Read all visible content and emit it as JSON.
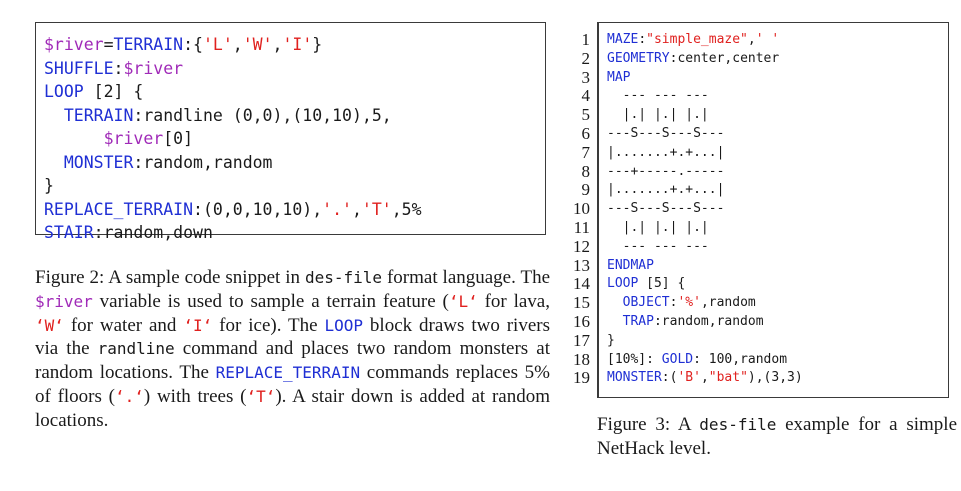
{
  "figure2": {
    "code_lines": [
      [
        {
          "t": "$river",
          "c": "var"
        },
        {
          "t": "=",
          "c": "plain"
        },
        {
          "t": "TERRAIN",
          "c": "kw"
        },
        {
          "t": ":{",
          "c": "plain"
        },
        {
          "t": "'L'",
          "c": "str"
        },
        {
          "t": ",",
          "c": "plain"
        },
        {
          "t": "'W'",
          "c": "str"
        },
        {
          "t": ",",
          "c": "plain"
        },
        {
          "t": "'I'",
          "c": "str"
        },
        {
          "t": "}",
          "c": "plain"
        }
      ],
      [
        {
          "t": "SHUFFLE",
          "c": "kw"
        },
        {
          "t": ":",
          "c": "plain"
        },
        {
          "t": "$river",
          "c": "var"
        }
      ],
      [
        {
          "t": "LOOP",
          "c": "kw"
        },
        {
          "t": " [2] {",
          "c": "plain"
        }
      ],
      [
        {
          "t": "  ",
          "c": "plain"
        },
        {
          "t": "TERRAIN",
          "c": "kw"
        },
        {
          "t": ":randline (0,0),(10,10),5,",
          "c": "plain"
        }
      ],
      [
        {
          "t": "      ",
          "c": "plain"
        },
        {
          "t": "$river",
          "c": "var"
        },
        {
          "t": "[0]",
          "c": "plain"
        }
      ],
      [
        {
          "t": "  ",
          "c": "plain"
        },
        {
          "t": "MONSTER",
          "c": "kw"
        },
        {
          "t": ":random,random",
          "c": "plain"
        }
      ],
      [
        {
          "t": "}",
          "c": "plain"
        }
      ],
      [
        {
          "t": "REPLACE_TERRAIN",
          "c": "kw"
        },
        {
          "t": ":(0,0,10,10),",
          "c": "plain"
        },
        {
          "t": "'.'",
          "c": "str"
        },
        {
          "t": ",",
          "c": "plain"
        },
        {
          "t": "'T'",
          "c": "str"
        },
        {
          "t": ",5%",
          "c": "plain"
        }
      ],
      [
        {
          "t": "STAIR",
          "c": "kw"
        },
        {
          "t": ":random,down",
          "c": "plain"
        }
      ]
    ],
    "caption": [
      {
        "t": "Figure 2: A sample code snippet in ",
        "c": "plain"
      },
      {
        "t": "des-file",
        "c": "tt"
      },
      {
        "t": " format language. The ",
        "c": "plain"
      },
      {
        "t": "$river",
        "c": "ttvar"
      },
      {
        "t": " variable is used to sample a terrain feature (",
        "c": "plain"
      },
      {
        "t": "‘L‘",
        "c": "ttstr"
      },
      {
        "t": " for lava, ",
        "c": "plain"
      },
      {
        "t": "‘W‘",
        "c": "ttstr"
      },
      {
        "t": " for water and ",
        "c": "plain"
      },
      {
        "t": "‘I‘",
        "c": "ttstr"
      },
      {
        "t": " for ice). The ",
        "c": "plain"
      },
      {
        "t": "LOOP",
        "c": "ttkw"
      },
      {
        "t": " block draws two rivers via the ",
        "c": "plain"
      },
      {
        "t": "randline",
        "c": "tt"
      },
      {
        "t": " command and places two random monsters at random locations. The ",
        "c": "plain"
      },
      {
        "t": "REPLACE_TERRAIN",
        "c": "ttkw"
      },
      {
        "t": " commands replaces 5% of floors (",
        "c": "plain"
      },
      {
        "t": "‘.‘",
        "c": "ttstr"
      },
      {
        "t": ") with trees (",
        "c": "plain"
      },
      {
        "t": "‘T‘",
        "c": "ttstr"
      },
      {
        "t": "). A stair down is added at random locations.",
        "c": "plain"
      }
    ]
  },
  "figure3": {
    "lines": [
      {
        "n": "1",
        "code": [
          {
            "t": "MAZE",
            "c": "kw"
          },
          {
            "t": ":",
            "c": "plain"
          },
          {
            "t": "\"simple_maze\"",
            "c": "str"
          },
          {
            "t": ",",
            "c": "plain"
          },
          {
            "t": "' '",
            "c": "str"
          }
        ]
      },
      {
        "n": "2",
        "code": [
          {
            "t": "GEOMETRY",
            "c": "kw"
          },
          {
            "t": ":center,center",
            "c": "plain"
          }
        ]
      },
      {
        "n": "3",
        "code": [
          {
            "t": "MAP",
            "c": "kw"
          }
        ]
      },
      {
        "n": "4",
        "code": [
          {
            "t": "  --- --- ---",
            "c": "plain"
          }
        ]
      },
      {
        "n": "5",
        "code": [
          {
            "t": "  |.| |.| |.|",
            "c": "plain"
          }
        ]
      },
      {
        "n": "6",
        "code": [
          {
            "t": "---S---S---S---",
            "c": "plain"
          }
        ]
      },
      {
        "n": "7",
        "code": [
          {
            "t": "|.......+.+...|",
            "c": "plain"
          }
        ]
      },
      {
        "n": "8",
        "code": [
          {
            "t": "---+-----.-----",
            "c": "plain"
          }
        ]
      },
      {
        "n": "9",
        "code": [
          {
            "t": "|.......+.+...|",
            "c": "plain"
          }
        ]
      },
      {
        "n": "10",
        "code": [
          {
            "t": "---S---S---S---",
            "c": "plain"
          }
        ]
      },
      {
        "n": "11",
        "code": [
          {
            "t": "  |.| |.| |.|",
            "c": "plain"
          }
        ]
      },
      {
        "n": "12",
        "code": [
          {
            "t": "  --- --- ---",
            "c": "plain"
          }
        ]
      },
      {
        "n": "13",
        "code": [
          {
            "t": "ENDMAP",
            "c": "kw"
          }
        ]
      },
      {
        "n": "14",
        "code": [
          {
            "t": "LOOP",
            "c": "kw"
          },
          {
            "t": " [5] {",
            "c": "plain"
          }
        ]
      },
      {
        "n": "15",
        "code": [
          {
            "t": "  ",
            "c": "plain"
          },
          {
            "t": "OBJECT",
            "c": "kw"
          },
          {
            "t": ":",
            "c": "plain"
          },
          {
            "t": "'%'",
            "c": "str"
          },
          {
            "t": ",random",
            "c": "plain"
          }
        ]
      },
      {
        "n": "16",
        "code": [
          {
            "t": "  ",
            "c": "plain"
          },
          {
            "t": "TRAP",
            "c": "kw"
          },
          {
            "t": ":random,random",
            "c": "plain"
          }
        ]
      },
      {
        "n": "17",
        "code": [
          {
            "t": "}",
            "c": "plain"
          }
        ]
      },
      {
        "n": "18",
        "code": [
          {
            "t": "[10%]: ",
            "c": "plain"
          },
          {
            "t": "GOLD",
            "c": "kw"
          },
          {
            "t": ": 100,random",
            "c": "plain"
          }
        ]
      },
      {
        "n": "19",
        "code": [
          {
            "t": "MONSTER",
            "c": "kw"
          },
          {
            "t": ":(",
            "c": "plain"
          },
          {
            "t": "'B'",
            "c": "str"
          },
          {
            "t": ",",
            "c": "plain"
          },
          {
            "t": "\"bat\"",
            "c": "str"
          },
          {
            "t": "),(3,3)",
            "c": "plain"
          }
        ]
      }
    ],
    "caption": [
      {
        "t": "Figure 3: A ",
        "c": "plain"
      },
      {
        "t": "des-file",
        "c": "tt"
      },
      {
        "t": " example for a simple NetHack level.",
        "c": "plain"
      }
    ]
  },
  "colors": {
    "keyword": "#1f2fd4",
    "string": "#e0211f",
    "variable": "#a02ab8",
    "text": "#1a1a1a"
  }
}
